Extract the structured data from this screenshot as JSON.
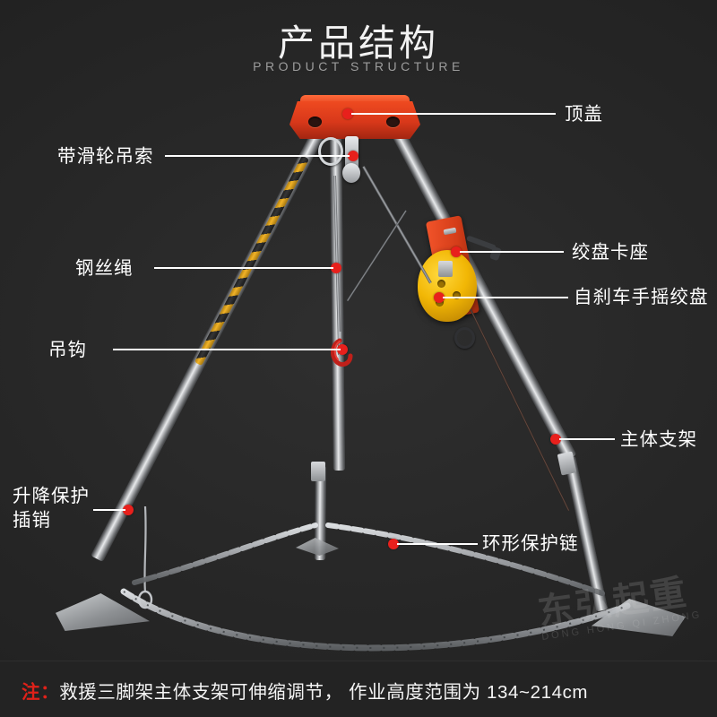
{
  "header": {
    "title": "产品结构",
    "subtitle": "PRODUCT STRUCTURE"
  },
  "labels": {
    "top_cover": "顶盖",
    "pulley_sling": "带滑轮吊索",
    "steel_wire_rope": "钢丝绳",
    "hook": "吊钩",
    "winch_bracket": "绞盘卡座",
    "self_braking_winch": "自刹车手摇绞盘",
    "main_frame": "主体支架",
    "lifting_protection_line1": "升降保护",
    "lifting_protection_line2": "插销",
    "ring_protection_chain": "环形保护链"
  },
  "footnote": {
    "prefix": "注：",
    "text": "救援三脚架主体支架可伸缩调节， 作业高度范围为 134~214cm"
  },
  "watermark": {
    "line1": "东弘起重",
    "line2": "DONG HONG QI ZHONG"
  },
  "colors": {
    "background": "#262626",
    "marker_red": "#e8201c",
    "leader_white": "#ffffff",
    "cap_orange": "#d8381a",
    "winch_yellow": "#f2b705",
    "hazard_yellow": "#f0a600",
    "note_red": "#e02119",
    "title_white": "#f2f2f2",
    "subtitle_gray": "#9c9c9c"
  },
  "product": {
    "type": "rescue-tripod",
    "working_height_range_cm": "134~214"
  }
}
